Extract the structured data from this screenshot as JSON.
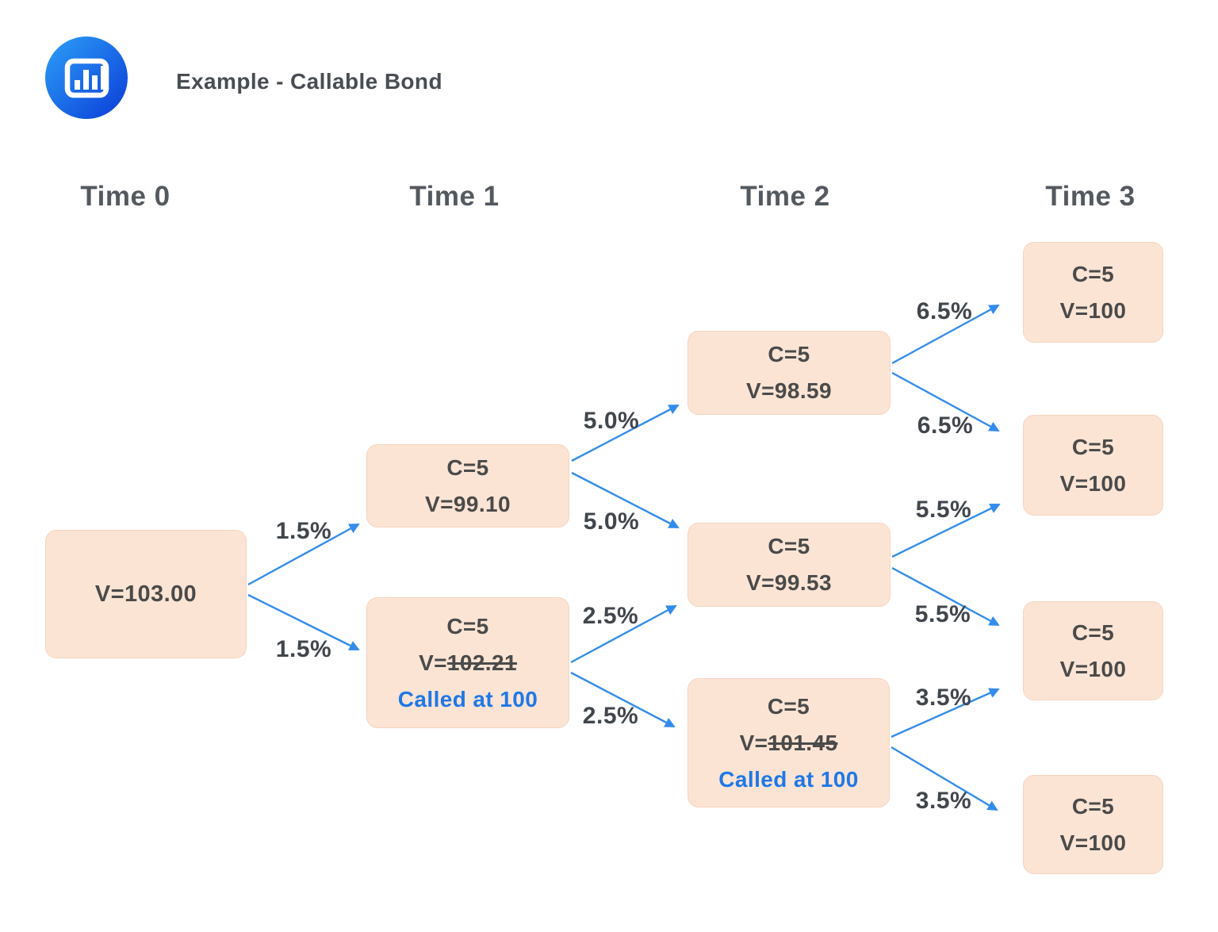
{
  "header": {
    "title": "Example - Callable Bond",
    "logo": "bar-chart-icon"
  },
  "columns": [
    "Time 0",
    "Time 1",
    "Time 2",
    "Time 3"
  ],
  "nodes": {
    "t0": {
      "value": "V=103.00"
    },
    "t1u": {
      "coupon": "C=5",
      "value": "V=99.10"
    },
    "t1d": {
      "coupon": "C=5",
      "value_prefix": "V=",
      "value_struck": "102.21",
      "called": "Called at 100"
    },
    "t2u": {
      "coupon": "C=5",
      "value": "V=98.59"
    },
    "t2m": {
      "coupon": "C=5",
      "value": "V=99.53"
    },
    "t2d": {
      "coupon": "C=5",
      "value_prefix": "V=",
      "value_struck": "101.45",
      "called": "Called at 100"
    },
    "t3a": {
      "coupon": "C=5",
      "value": "V=100"
    },
    "t3b": {
      "coupon": "C=5",
      "value": "V=100"
    },
    "t3c": {
      "coupon": "C=5",
      "value": "V=100"
    },
    "t3d": {
      "coupon": "C=5",
      "value": "V=100"
    }
  },
  "edges": {
    "t0_up": "1.5%",
    "t0_down": "1.5%",
    "t1u_up": "5.0%",
    "t1u_down": "5.0%",
    "t1d_up": "2.5%",
    "t1d_down": "2.5%",
    "t2u_up": "6.5%",
    "t2u_down": "6.5%",
    "t2m_up": "5.5%",
    "t2m_down": "5.5%",
    "t2d_up": "3.5%",
    "t2d_down": "3.5%"
  },
  "colors": {
    "node_fill": "#fce4d4",
    "node_border": "#f5d4bf",
    "arrow_blue": "#338ceb",
    "called_blue": "#1f78e6",
    "text_dark": "#4a4a4a",
    "header_text": "#54595f",
    "logo_blue_light": "#2da0f8",
    "logo_blue_dark": "#0a3bd7"
  }
}
